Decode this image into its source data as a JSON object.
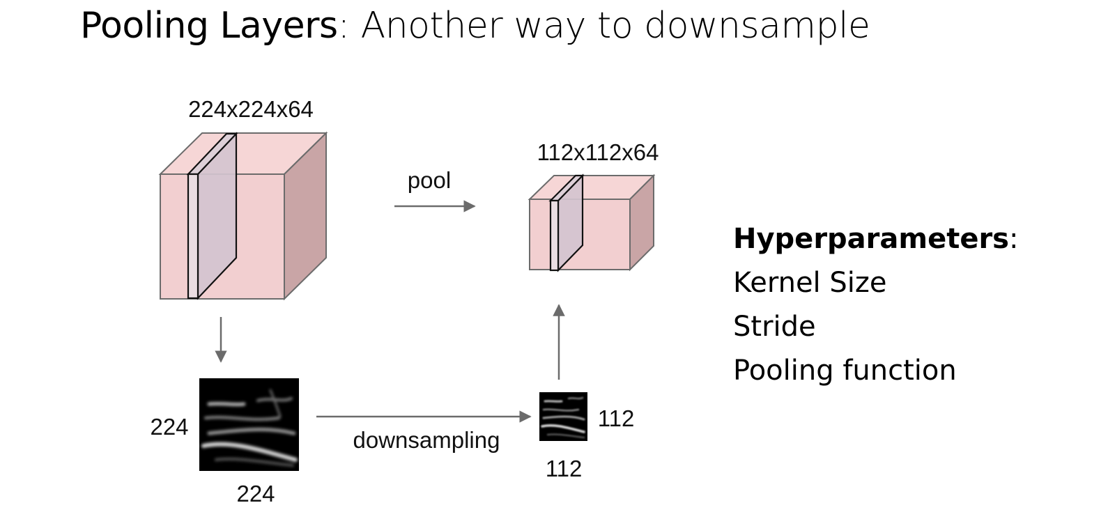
{
  "title": {
    "bold": "Pooling Layers",
    "rest": ": Another way to downsample"
  },
  "diagram": {
    "input_volume_label": "224x224x64",
    "output_volume_label": "112x112x64",
    "pool_label": "pool",
    "downsampling_label": "downsampling",
    "input_map_height": "224",
    "input_map_width": "224",
    "output_map_height": "112",
    "output_map_width": "112"
  },
  "hyperparameters": {
    "heading": "Hyperparameters",
    "colon": ":",
    "items": [
      "Kernel Size",
      "Stride",
      "Pooling function"
    ]
  },
  "colors": {
    "cube_front": "#f2cfd0",
    "cube_top": "#f6d6d6",
    "cube_side": "#c9a5a6",
    "slice": "#d4c4cf",
    "edge": "#6b6b6b",
    "arrow": "#6b6b6b"
  }
}
